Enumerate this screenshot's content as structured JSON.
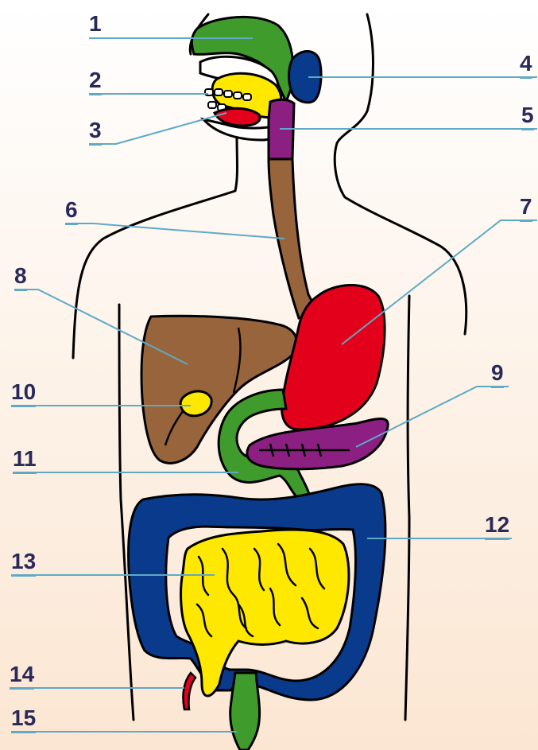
{
  "colors": {
    "background_top": "#ffffff",
    "background_bottom": "#fbe6d2",
    "label_text": "#2a2a5a",
    "leader_line": "#5fa9c6",
    "outline": "#000000",
    "nasal_cavity": "#3f9c2c",
    "tongue_mouth": "#ffe800",
    "red_organs": "#e3001b",
    "salivary_gland": "#0a3a8c",
    "pharynx": "#8c1f82",
    "esophagus": "#98643c",
    "liver": "#98643c",
    "gallbladder": "#ffe800",
    "duodenum": "#3f9c2c",
    "pancreas": "#8c1f82",
    "large_intestine": "#0a3a8c",
    "small_intestine": "#ffe800",
    "appendix": "#e3001b",
    "rectum": "#3f9c2c"
  },
  "labels": {
    "l1": "1",
    "l2": "2",
    "l3": "3",
    "l4": "4",
    "l5": "5",
    "l6": "6",
    "l7": "7",
    "l8": "8",
    "l9": "9",
    "l10": "10",
    "l11": "11",
    "l12": "12",
    "l13": "13",
    "l14": "14",
    "l15": "15"
  }
}
